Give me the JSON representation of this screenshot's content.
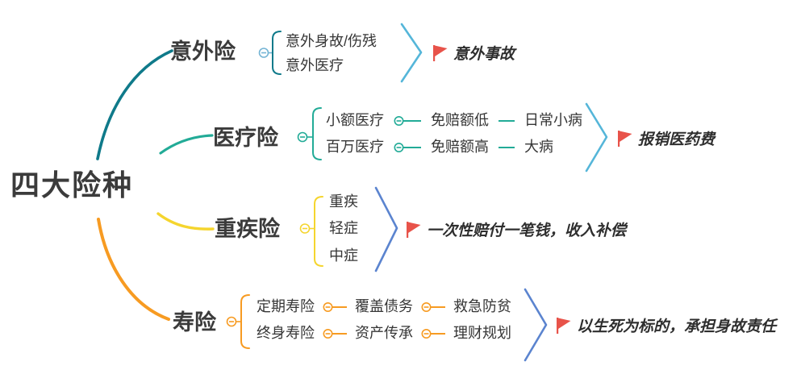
{
  "root": {
    "label": "四大险种"
  },
  "branches": [
    {
      "label": "意外险",
      "children": [
        "意外身故/伤残",
        "意外医疗"
      ],
      "flag": "意外事故"
    },
    {
      "label": "医疗险",
      "rows": [
        [
          "小额医疗",
          "免赔额低",
          "日常小病"
        ],
        [
          "百万医疗",
          "免赔额高",
          "大病"
        ]
      ],
      "flag": "报销医药费"
    },
    {
      "label": "重疾险",
      "children": [
        "重疾",
        "轻症",
        "中症"
      ],
      "flag": "一次性赔付一笔钱，收入补偿"
    },
    {
      "label": "寿险",
      "rows": [
        [
          "定期寿险",
          "覆盖债务",
          "救急防贫"
        ],
        [
          "终身寿险",
          "资产传承",
          "理财规划"
        ]
      ],
      "flag": "以生死为标的，承担身故责任"
    }
  ],
  "colors": {
    "branch_accident": "#0f7a8a",
    "branch_medical": "#22ab97",
    "branch_critical": "#f5d52e",
    "branch_life": "#f79b22",
    "accident_circle": "#74b4d4",
    "chevron_light": "#55b6d9",
    "chevron_steel": "#5b84cf",
    "flag_red": "#e8534a"
  }
}
